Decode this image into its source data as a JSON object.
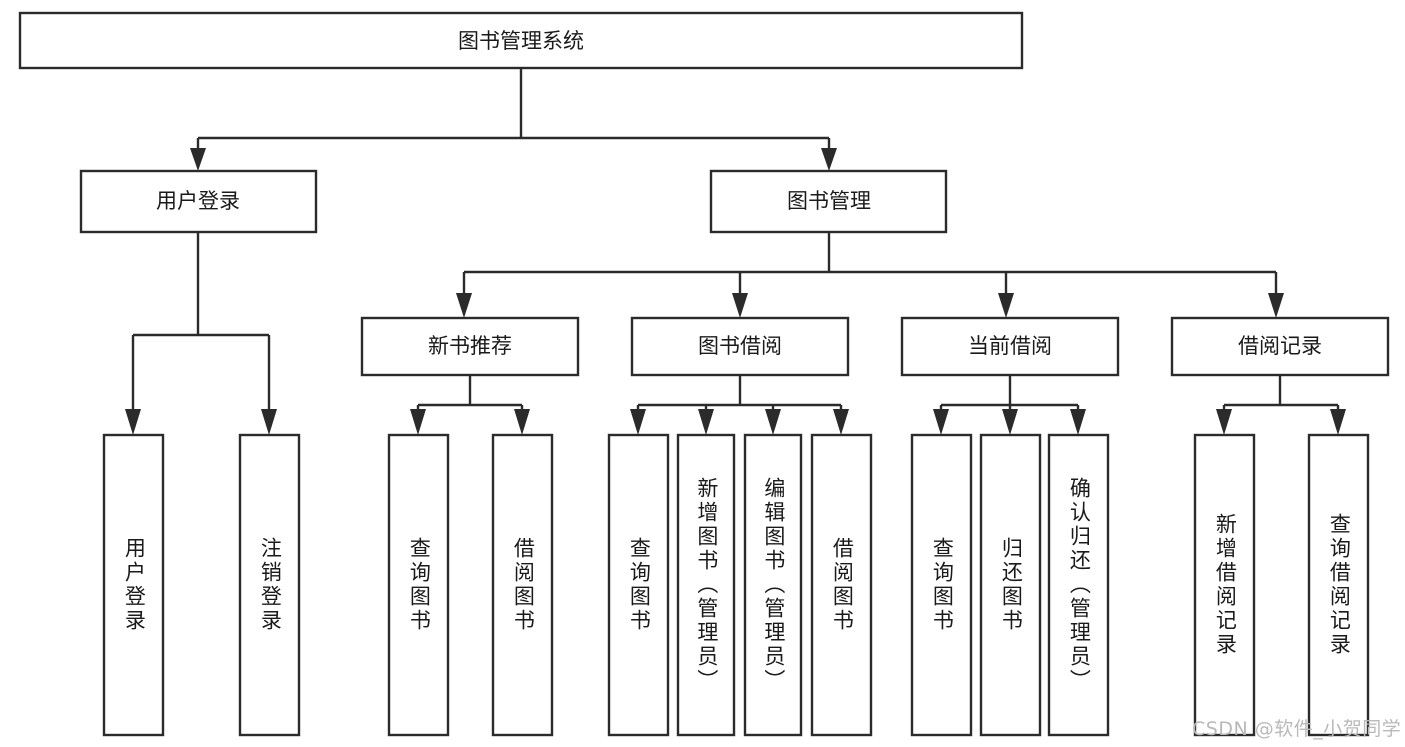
{
  "diagram": {
    "type": "hierarchy-tree",
    "title": "图书管理系统",
    "watermark": "CSDN @软件_小贺同学",
    "colors": {
      "stroke": "#2b2b2b",
      "fill": "#ffffff",
      "text": "#1a1a1a",
      "watermark": "#b9b9b9"
    },
    "nodes": {
      "root": {
        "label": "图书管理系统"
      },
      "level2": [
        {
          "id": "user-login",
          "label": "用户登录"
        },
        {
          "id": "book-manage",
          "label": "图书管理"
        }
      ],
      "level3": [
        {
          "id": "new-book-recommend",
          "label": "新书推荐"
        },
        {
          "id": "book-borrow",
          "label": "图书借阅"
        },
        {
          "id": "current-borrow",
          "label": "当前借阅"
        },
        {
          "id": "borrow-record",
          "label": "借阅记录"
        }
      ],
      "leaves": [
        {
          "id": "leaf-user-login",
          "label": "用户登录",
          "parent": "user-login"
        },
        {
          "id": "leaf-user-logout",
          "label": "注销登录",
          "parent": "user-login"
        },
        {
          "id": "leaf-query-book-1",
          "label": "查询图书",
          "parent": "new-book-recommend"
        },
        {
          "id": "leaf-borrow-book-1",
          "label": "借阅图书",
          "parent": "new-book-recommend"
        },
        {
          "id": "leaf-query-book-2",
          "label": "查询图书",
          "parent": "book-borrow"
        },
        {
          "id": "leaf-add-book",
          "label": "新增图书（管理员）",
          "parent": "book-borrow"
        },
        {
          "id": "leaf-edit-book",
          "label": "编辑图书（管理员）",
          "parent": "book-borrow"
        },
        {
          "id": "leaf-borrow-book-2",
          "label": "借阅图书",
          "parent": "book-borrow"
        },
        {
          "id": "leaf-query-book-3",
          "label": "查询图书",
          "parent": "current-borrow"
        },
        {
          "id": "leaf-return-book",
          "label": "归还图书",
          "parent": "current-borrow"
        },
        {
          "id": "leaf-confirm-return",
          "label": "确认归还（管理员）",
          "parent": "current-borrow"
        },
        {
          "id": "leaf-add-record",
          "label": "新增借阅记录",
          "parent": "borrow-record"
        },
        {
          "id": "leaf-query-record",
          "label": "查询借阅记录",
          "parent": "borrow-record"
        }
      ]
    }
  }
}
